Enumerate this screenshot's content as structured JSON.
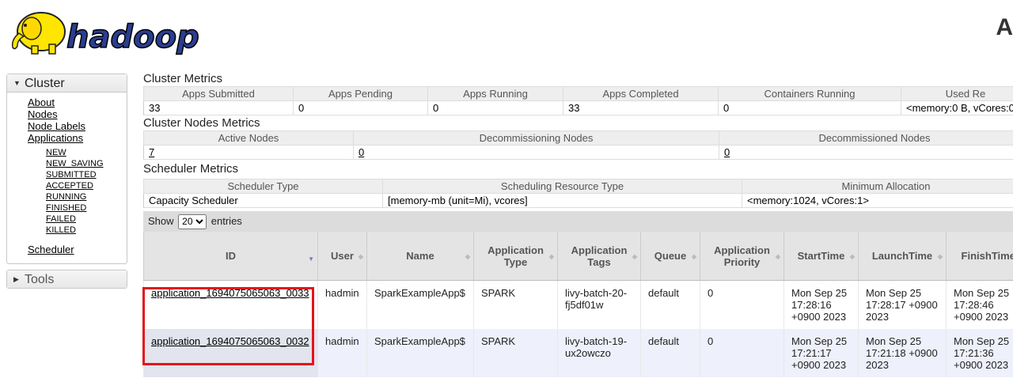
{
  "header": {
    "logo_alt": "hadoop",
    "title_partial": "A"
  },
  "nav": {
    "cluster_label": "Cluster",
    "links": [
      "About",
      "Nodes",
      "Node Labels",
      "Applications"
    ],
    "states": [
      "NEW",
      "NEW_SAVING",
      "SUBMITTED",
      "ACCEPTED",
      "RUNNING",
      "FINISHED",
      "FAILED",
      "KILLED"
    ],
    "scheduler": "Scheduler",
    "tools_label": "Tools"
  },
  "cluster_metrics": {
    "title": "Cluster Metrics",
    "headers": [
      "Apps Submitted",
      "Apps Pending",
      "Apps Running",
      "Apps Completed",
      "Containers Running",
      "Used Re"
    ],
    "values": [
      "33",
      "0",
      "0",
      "33",
      "0",
      "<memory:0 B, vCores:0"
    ]
  },
  "nodes_metrics": {
    "title": "Cluster Nodes Metrics",
    "headers": [
      "Active Nodes",
      "Decommissioning Nodes",
      "Decommissioned Nodes"
    ],
    "values": [
      "7",
      "0",
      "0"
    ]
  },
  "scheduler_metrics": {
    "title": "Scheduler Metrics",
    "headers": [
      "Scheduler Type",
      "Scheduling Resource Type",
      "Minimum Allocation"
    ],
    "values": [
      "Capacity Scheduler",
      "[memory-mb (unit=Mi), vcores]",
      "<memory:1024, vCores:1>"
    ]
  },
  "apps": {
    "show_label": "Show",
    "entries_label": "entries",
    "page_size": "20",
    "columns": [
      "ID",
      "User",
      "Name",
      "Application Type",
      "Application Tags",
      "Queue",
      "Application Priority",
      "StartTime",
      "LaunchTime",
      "FinishTime"
    ],
    "rows": [
      {
        "id": "application_1694075065063_0033",
        "user": "hadmin",
        "name": "SparkExampleApp$",
        "type": "SPARK",
        "tags": "livy-batch-20-fj5df01w",
        "queue": "default",
        "priority": "0",
        "start": "Mon Sep 25 17:28:16 +0900 2023",
        "launch": "Mon Sep 25 17:28:17 +0900 2023",
        "finish": "Mon Sep 25 17:28:46 +0900 2023"
      },
      {
        "id": "application_1694075065063_0032",
        "user": "hadmin",
        "name": "SparkExampleApp$",
        "type": "SPARK",
        "tags": "livy-batch-19-ux2owczo",
        "queue": "default",
        "priority": "0",
        "start": "Mon Sep 25 17:21:17 +0900 2023",
        "launch": "Mon Sep 25 17:21:18 +0900 2023",
        "finish": "Mon Sep 25 17:21:36 +0900 2023"
      }
    ]
  },
  "colors": {
    "highlight": "#e3141b",
    "logo_yellow": "#ffe600",
    "logo_blue": "#2a3d8f"
  }
}
